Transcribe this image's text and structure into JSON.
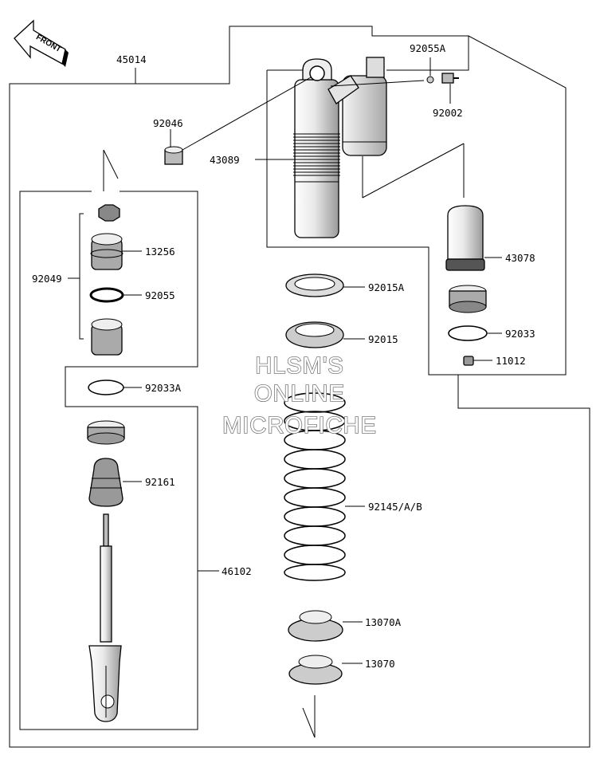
{
  "front_label": "FRONT",
  "watermark": {
    "line1": "HLSM'S",
    "line2": "ONLINE",
    "line3": "MICROFICHE"
  },
  "parts": {
    "p45014": "45014",
    "p92055A": "92055A",
    "p92002": "92002",
    "p92046": "92046",
    "p43089": "43089",
    "p43078": "43078",
    "p13256": "13256",
    "p92049": "92049",
    "p92055": "92055",
    "p92015A": "92015A",
    "p92015": "92015",
    "p92033": "92033",
    "p11012": "11012",
    "p92033A": "92033A",
    "p92161": "92161",
    "p92145": "92145/A/B",
    "p46102": "46102",
    "p13070A": "13070A",
    "p13070": "13070"
  },
  "colors": {
    "line": "#000000",
    "shade": "#d9d9d9",
    "watermark_stroke": "#777777"
  }
}
